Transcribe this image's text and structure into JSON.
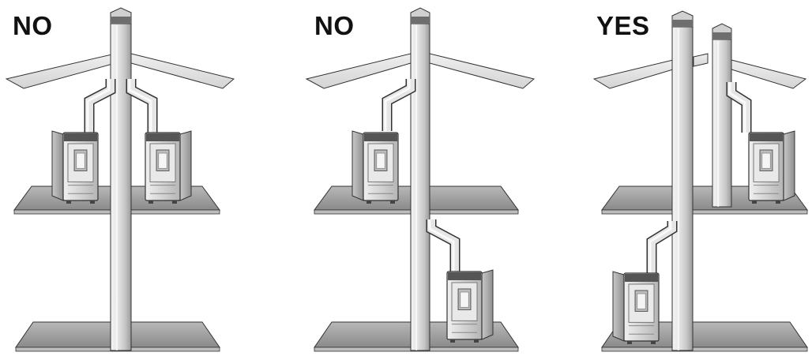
{
  "panels": [
    {
      "label": "NO",
      "verdict": "incorrect",
      "description_id": "two-stoves-same-floor-shared-chimney"
    },
    {
      "label": "NO",
      "verdict": "incorrect",
      "description_id": "two-stoves-different-floors-shared-chimney"
    },
    {
      "label": "YES",
      "verdict": "correct",
      "description_id": "separate-chimney-per-stove"
    }
  ],
  "colors": {
    "label_text": "#111111",
    "outline": "#333333",
    "roof": "#e6e6e6",
    "floor_top": "#9a9a9a",
    "floor_front": "#bdbdbd",
    "chimney_light": "#f2f2f2",
    "chimney_mid": "#cfcfcf",
    "chimney_dark": "#8c8c8c",
    "cap": "#6e6e6e",
    "stove_body": "#dcdcdc",
    "stove_dark": "#555555"
  },
  "icons": [
    "chimney-icon",
    "pellet-stove-icon",
    "floor-slab-icon",
    "roof-icon",
    "flue-pipe-icon"
  ]
}
